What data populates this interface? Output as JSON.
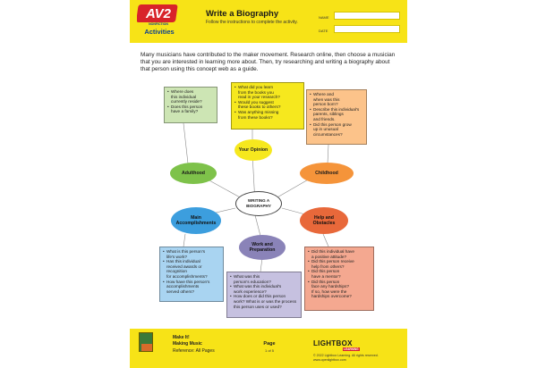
{
  "header": {
    "logo_text": "AV2",
    "logo_sub": "NONFICTION",
    "activities": "Activities",
    "title": "Write a Biography",
    "subtitle": "Follow the instructions to complete the activity.",
    "name_label": "NAME",
    "date_label": "DATE"
  },
  "intro": "Many musicians have contributed to the maker movement. Research online, then choose a musician that you are interested in learning more about. Then, try researching and writing a biography about that person using this concept web as a guide.",
  "center": "WRITING A\nBIOGRAPHY",
  "nodes": {
    "opinion": "Your Opinion",
    "adulthood": "Adulthood",
    "childhood": "Childhood",
    "accomplishments": "Main\nAccomplishments",
    "help": "Help and\nObstacles",
    "work": "Work and\nPreparation"
  },
  "boxes": {
    "opinion": [
      "What did you learn\nfrom the books you\nread in your research?",
      "Would you suggest\nthese books to others?",
      "Was anything missing\nfrom these books?"
    ],
    "adulthood": [
      "Where does\nthis individual\ncurrently reside?",
      "Does this person\nhave a family?"
    ],
    "childhood": [
      "Where and\nwhen was this\nperson born?",
      "Describe this individual's\nparents, siblings\nand friends.",
      "Did this person grow\nup in unusual\ncircumstances?"
    ],
    "accomplishments": [
      "What is this person's\nlife's work?",
      "Has this individual\nreceived awards or\nrecognition\nfor accomplishments?",
      "How have this person's\naccomplishments\nserved others?"
    ],
    "help": [
      "Did this individual have\na positive attitude?",
      "Did this person receive\nhelp from others?",
      "Did this person\nhave a mentor?",
      "Did this person\nface any hardships?\nIf so, how were the\nhardships overcome?"
    ],
    "work": [
      "What was this\nperson's education?",
      "What was this individual's\nwork experience?",
      "How does or did this person\nwork? What is or was the process\nthis person uses or used?"
    ]
  },
  "footer": {
    "series": "Make It!",
    "book": "Making Music",
    "reference": "Reference: All Pages",
    "page_label": "Page",
    "page_no": "1 of 5",
    "brand": "LIGHTBOX",
    "brand_sub": "LEARNING",
    "copyright": "© 2022 Lightbox Learning. All rights reserved.",
    "url": "www.openlightbox.com"
  },
  "colors": {
    "yellow": "#f7e317",
    "opinion": "#f6e81e",
    "adulthood": "#7ec24a",
    "childhood": "#f5943a",
    "accomplishments": "#3c9ede",
    "help": "#e8683a",
    "work": "#8a83b8"
  }
}
